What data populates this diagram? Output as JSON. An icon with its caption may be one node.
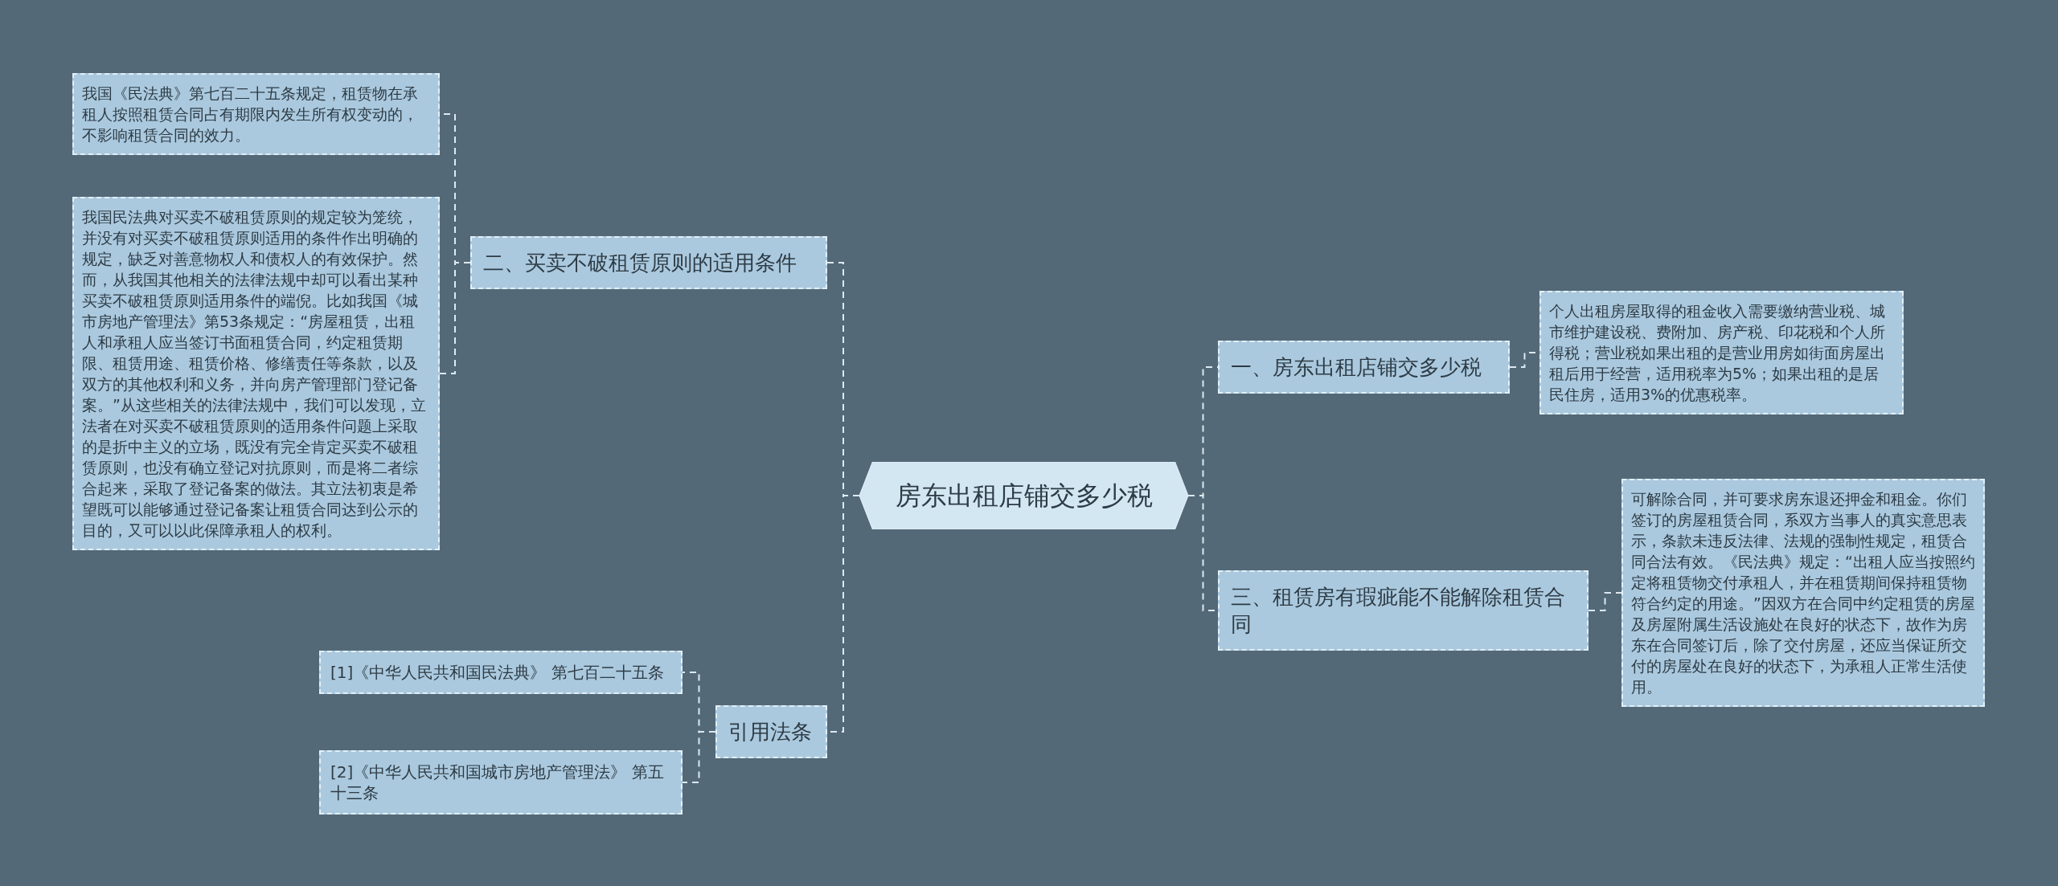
{
  "diagram": {
    "nodes": [
      {
        "text": [
          "房东出租店铺交多少税"
        ]
      },
      {
        "text": [
          "二、买卖不破租赁原则的适用条件"
        ]
      },
      {
        "text": [
          "我国《民法典》第七百二十五条规定，租赁物在承租人按照租赁合同占有期限内发生所有权变动的，不影响租赁合同的效力。"
        ]
      },
      {
        "text": [
          "我国民法典对买卖不破租赁原则的规定较为笼统，并没有对买卖不破租赁原则适用的条件作出明确的规定，缺乏对善意物权人和债权人的有效保护。然而，从我国其他相关的法律法规中却可以看出某种买卖不破租赁原则适用条件的端倪。比如我国《城市房地产管理法》第53条规定：“房屋租赁，出租人和承租人应当签订书面租赁合同，约定租赁期限、租赁用途、租赁价格、修缮责任等条款，以及双方的其他权利和义务，并向房产管理部门登记备案。”从这些相关的法律法规中，我们可以发现，立法者在对买卖不破租赁原则的适用条件问题上采取的是折中主义的立场，既没有完全肯定买卖不破租赁原则，也没有确立登记对抗原则，而是将二者综合起来，采取了登记备案的做法。其立法初衷是希望既可以能够通过登记备案让租赁合同达到公示的目的，又可以以此保障承租人的权利。"
        ]
      },
      {
        "text": [
          "引用法条"
        ]
      },
      {
        "text": [
          "[1]《中华人民共和国民法典》 第七百二十五条"
        ]
      },
      {
        "text": [
          "[2]《中华人民共和国城市房地产管理法》 第五十三条"
        ]
      },
      {
        "text": [
          "一、房东出租店铺交多少税"
        ]
      },
      {
        "text": [
          "个人出租房屋取得的租金收入需要缴纳营业税、城市维护建设税、费附加、房产税、印花税和个人所得税；营业税如果出租的是营业用房如街面房屋出租后用于经营，适用税率为5%；如果出租的是居民住房，适用3%的优惠税率。"
        ]
      },
      {
        "text": [
          "三、租赁房有瑕疵能不能解除租赁合同"
        ]
      },
      {
        "text": [
          "可解除合同，并可要求房东退还押金和租金。你们签订的房屋租赁合同，系双方当事人的真实意思表示，条款未违反法律、法规的强制性规定，租赁合同合法有效。《民法典》规定：“出租人应当按照约定将租赁物交付承租人，并在租赁期间保持租赁物符合约定的用途。”因双方在合同中约定租赁的房屋及房屋附属生活设施处在良好的状态下，故作为房东在合同签订后，除了交付房屋，还应当保证所交付的房屋处在良好的状态下，为承租人正常生活使用。"
        ]
      }
    ],
    "edges": [
      {
        "from": 0,
        "to": 1,
        "arrow": "none"
      },
      {
        "from": 1,
        "to": 2,
        "arrow": "none"
      },
      {
        "from": 1,
        "to": 3,
        "arrow": "none"
      },
      {
        "from": 0,
        "to": 4,
        "arrow": "none"
      },
      {
        "from": 4,
        "to": 5,
        "arrow": "none"
      },
      {
        "from": 4,
        "to": 6,
        "arrow": "none"
      },
      {
        "from": 0,
        "to": 7,
        "arrow": "none"
      },
      {
        "from": 7,
        "to": 8,
        "arrow": "none"
      },
      {
        "from": 0,
        "to": 9,
        "arrow": "none"
      },
      {
        "from": 9,
        "to": 10,
        "arrow": "none"
      }
    ]
  }
}
